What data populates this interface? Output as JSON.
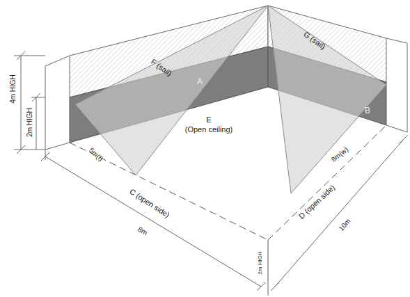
{
  "diagram": {
    "labels": [
      "F (sail)",
      "A",
      "G (sail)",
      "B",
      "5m(l)",
      "E",
      "(Open ceiling)",
      "8m(w)",
      "4m HIGH",
      "2m HIGH",
      "C (open side)",
      "D (open side)",
      "2m HIGH",
      "8m",
      "10m"
    ]
  }
}
